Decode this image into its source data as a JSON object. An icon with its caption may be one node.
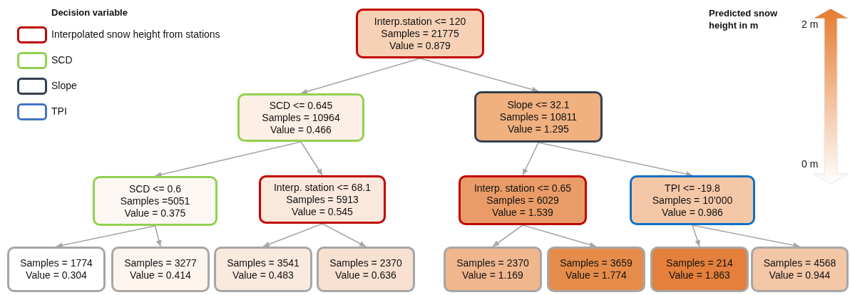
{
  "diagram": {
    "nodes": [
      {
        "text": [
          "Interp.station <= 120",
          "Samples = 21775",
          "Value = 0.879"
        ]
      },
      {
        "text": [
          "SCD <= 0.645",
          "Samples = 10964",
          "Value = 0.466"
        ]
      },
      {
        "text": [
          "Slope <= 32.1",
          "Samples = 10811",
          "Value = 1.295"
        ]
      },
      {
        "text": [
          "SCD <= 0.6",
          "Samples =5051",
          "Value = 0.375"
        ]
      },
      {
        "text": [
          "Interp. station <= 68.1",
          "Samples = 5913",
          "Value = 0.545"
        ]
      },
      {
        "text": [
          "Interp. station <= 0.65",
          "Samples = 6029",
          "Value = 1.539"
        ]
      },
      {
        "text": [
          "TPI <= -19.8",
          "Samples = 10’000",
          "Value = 0.986"
        ]
      },
      {
        "text": [
          "Samples = 1774",
          "Value = 0.304"
        ]
      },
      {
        "text": [
          "Samples = 3277",
          "Value = 0.414"
        ]
      },
      {
        "text": [
          "Samples = 3541",
          "Value = 0.483"
        ]
      },
      {
        "text": [
          "Samples = 2370",
          "Value = 0.636"
        ]
      },
      {
        "text": [
          "Samples = 2370",
          "Value = 1.169"
        ]
      },
      {
        "text": [
          "Samples = 3659",
          "Value = 1.774"
        ]
      },
      {
        "text": [
          "Samples = 214",
          "Value = 1.863"
        ]
      },
      {
        "text": [
          "Samples = 4568",
          "Value = 0.944"
        ]
      }
    ],
    "edges": [
      {
        "from": 0,
        "to": 1,
        "arrow": "to"
      },
      {
        "from": 0,
        "to": 2,
        "arrow": "to"
      },
      {
        "from": 1,
        "to": 3,
        "arrow": "to"
      },
      {
        "from": 1,
        "to": 4,
        "arrow": "to"
      },
      {
        "from": 2,
        "to": 5,
        "arrow": "to"
      },
      {
        "from": 2,
        "to": 6,
        "arrow": "to"
      },
      {
        "from": 3,
        "to": 7,
        "arrow": "to"
      },
      {
        "from": 3,
        "to": 8,
        "arrow": "to"
      },
      {
        "from": 4,
        "to": 9,
        "arrow": "to"
      },
      {
        "from": 4,
        "to": 10,
        "arrow": "to"
      },
      {
        "from": 5,
        "to": 11,
        "arrow": "to"
      },
      {
        "from": 5,
        "to": 12,
        "arrow": "to"
      },
      {
        "from": 6,
        "to": 13,
        "arrow": "to"
      },
      {
        "from": 6,
        "to": 14,
        "arrow": "to"
      }
    ],
    "labels": [
      "Decision variable",
      "Predicted snow height in m",
      "2 m",
      "0 m"
    ],
    "legend": [
      {
        "text": "Interpolated snow height from stations",
        "color": "#c00000"
      },
      {
        "text": "SCD",
        "color": "#92d050"
      },
      {
        "text": "Slope",
        "color": "#333f50"
      },
      {
        "text": "TPI",
        "color": "#4472c4"
      }
    ]
  }
}
